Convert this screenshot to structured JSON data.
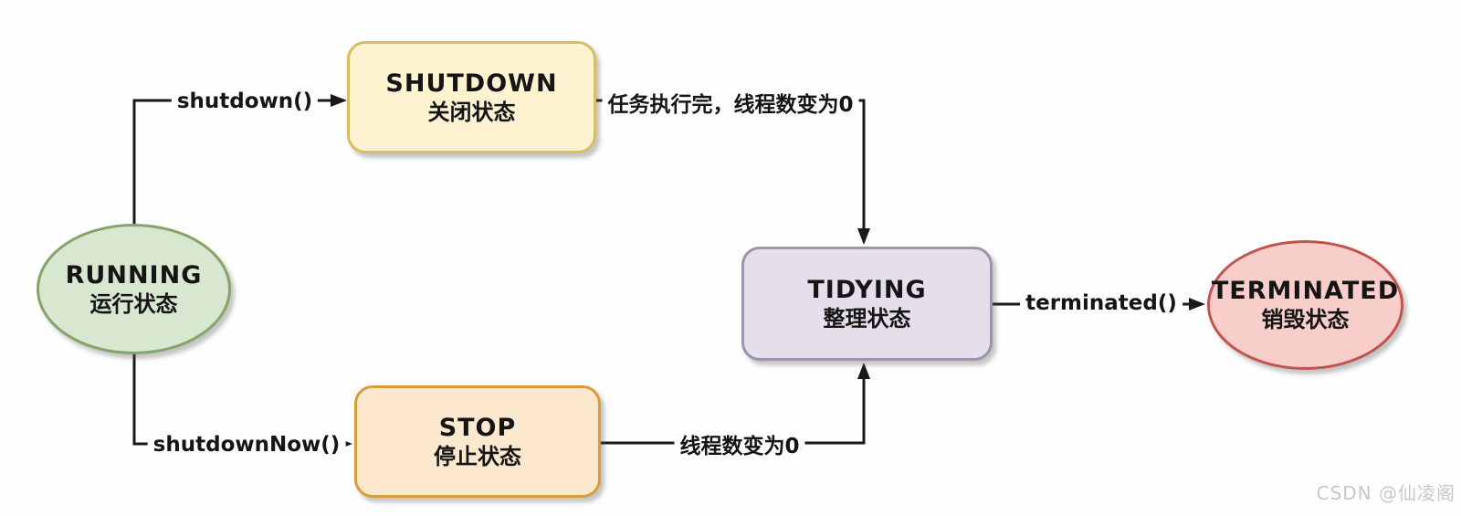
{
  "diagram": {
    "subject": "thread-pool-state-transitions",
    "line_color": "#1a1a1a",
    "nodes": [
      {
        "id": "running",
        "label": "RUNNING",
        "sublabel": "运行状态",
        "shape": "ellipse",
        "fill": "#d7e7d0",
        "stroke": "#85a468"
      },
      {
        "id": "shutdown",
        "label": "SHUTDOWN",
        "sublabel": "关闭状态",
        "shape": "rect",
        "fill": "#fdf3d0",
        "stroke": "#d8bd62"
      },
      {
        "id": "stop",
        "label": "STOP",
        "sublabel": "停止状态",
        "shape": "rect",
        "fill": "#fce8cd",
        "stroke": "#d89c3a"
      },
      {
        "id": "tidying",
        "label": "TIDYING",
        "sublabel": "整理状态",
        "shape": "rect",
        "fill": "#e5dfec",
        "stroke": "#9d96ab"
      },
      {
        "id": "terminated",
        "label": "TERMINATED",
        "sublabel": "销毁状态",
        "shape": "ellipse",
        "fill": "#f8cecb",
        "stroke": "#c2544f"
      }
    ],
    "edges": [
      {
        "from": "running",
        "to": "shutdown",
        "label": "shutdown()"
      },
      {
        "from": "shutdown",
        "to": "tidying",
        "label": "任务执行完，线程数变为0"
      },
      {
        "from": "tidying",
        "to": "terminated",
        "label": "terminated()"
      },
      {
        "from": "running",
        "to": "stop",
        "label": "shutdownNow()"
      },
      {
        "from": "stop",
        "to": "tidying",
        "label": "线程数变为0"
      }
    ],
    "watermark": "CSDN @仙凌阁"
  }
}
